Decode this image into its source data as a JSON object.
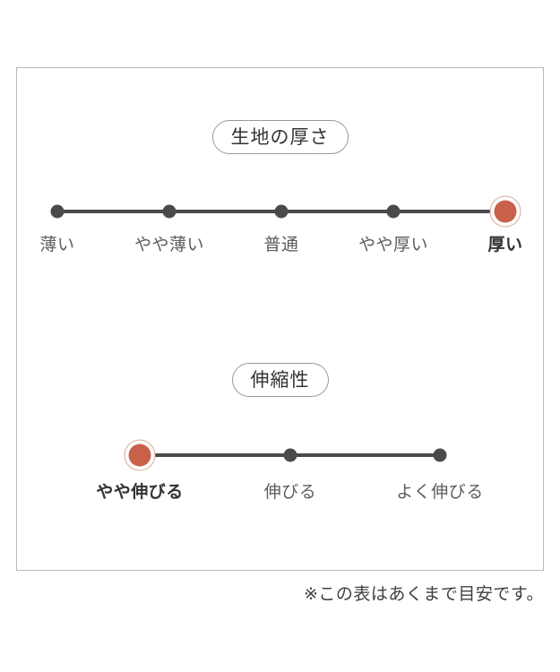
{
  "card": {
    "border_color": "#b9b9b9",
    "background": "#ffffff"
  },
  "colors": {
    "track": "#4a4a4a",
    "dot": "#4a4a4a",
    "selected": "#c9604a",
    "selected_ring": "#d8a898",
    "label": "#5c5c5c",
    "label_selected": "#333333",
    "badge_border": "#9a9a9a"
  },
  "sections": [
    {
      "id": "fabric-thickness",
      "badge": "生地の厚さ",
      "selected_index": 4,
      "points": [
        {
          "label": "薄い"
        },
        {
          "label": "やや薄い"
        },
        {
          "label": "普通"
        },
        {
          "label": "やや厚い"
        },
        {
          "label": "厚い"
        }
      ]
    },
    {
      "id": "stretchiness",
      "badge": "伸縮性",
      "selected_index": 0,
      "points": [
        {
          "label": "やや伸びる"
        },
        {
          "label": "伸びる"
        },
        {
          "label": "よく伸びる"
        }
      ]
    }
  ],
  "footnote": "※この表はあくまで目安です。",
  "chart_data": {
    "type": "table",
    "title": "生地の厚さ / 伸縮性",
    "scales": [
      {
        "name": "生地の厚さ",
        "categories": [
          "薄い",
          "やや薄い",
          "普通",
          "やや厚い",
          "厚い"
        ],
        "selected": "厚い",
        "selected_index": 4,
        "values": [
          0,
          0,
          0,
          0,
          1
        ]
      },
      {
        "name": "伸縮性",
        "categories": [
          "やや伸びる",
          "伸びる",
          "よく伸びる"
        ],
        "selected": "やや伸びる",
        "selected_index": 0,
        "values": [
          1,
          0,
          0
        ]
      }
    ],
    "note": "※この表はあくまで目安です。",
    "legend": [],
    "grid": false
  }
}
